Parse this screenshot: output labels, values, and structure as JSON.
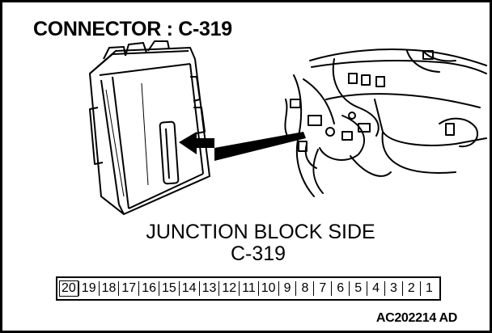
{
  "title": "CONNECTOR : C-319",
  "caption_line1": "JUNCTION BLOCK SIDE",
  "caption_line2": "C-319",
  "pins": [
    "20",
    "19",
    "18",
    "17",
    "16",
    "15",
    "14",
    "13",
    "12",
    "11",
    "10",
    "9",
    "8",
    "7",
    "6",
    "5",
    "4",
    "3",
    "2",
    "1"
  ],
  "figure_code": "AC202214 AD",
  "colors": {
    "ink": "#000000",
    "background": "#ffffff"
  }
}
